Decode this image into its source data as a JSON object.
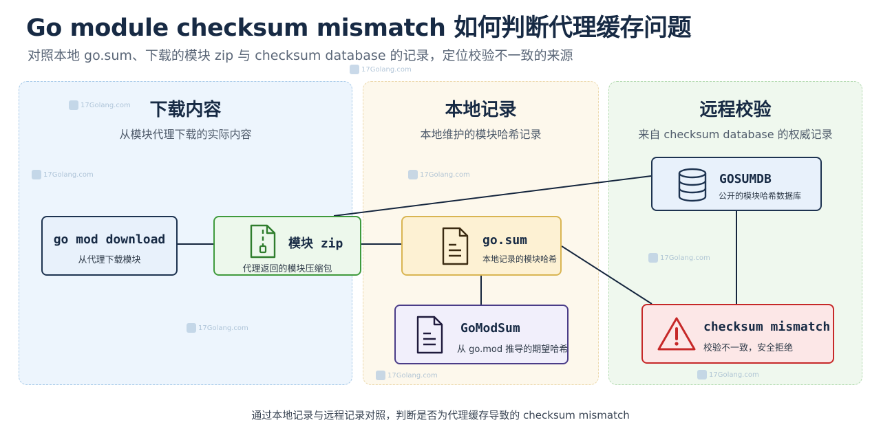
{
  "header": {
    "title": "Go module checksum mismatch 如何判断代理缓存问题",
    "subtitle": "对照本地 go.sum、下载的模块 zip 与 checksum database 的记录，定位校验不一致的来源"
  },
  "panels": {
    "download": {
      "title": "下载内容",
      "subtitle": "从模块代理下载的实际内容"
    },
    "local": {
      "title": "本地记录",
      "subtitle": "本地维护的模块哈希记录"
    },
    "remote": {
      "title": "远程校验",
      "subtitle": "来自 checksum database 的权威记录"
    }
  },
  "nodes": {
    "go_mod_download": {
      "label": "go mod download",
      "desc": "从代理下载模块"
    },
    "module_zip": {
      "label": "模块 zip",
      "desc": "代理返回的模块压缩包",
      "icon": "zip-file-icon"
    },
    "go_sum": {
      "label": "go.sum",
      "desc": "本地记录的模块哈希",
      "icon": "document-icon"
    },
    "gomodsum": {
      "label": "GoModSum",
      "desc": "从 go.mod 推导的期望哈希",
      "icon": "document-icon"
    },
    "gosumdb": {
      "label": "GOSUMDB",
      "desc": "公开的模块哈希数据库",
      "icon": "database-icon"
    },
    "checksum_mismatch": {
      "label": "checksum mismatch",
      "desc": "校验不一致，安全拒绝",
      "icon": "warning-icon"
    }
  },
  "watermark": {
    "text": "17Golang.com"
  },
  "footer": {
    "text": "通过本地记录与远程记录对照，判断是否为代理缓存导致的 checksum mismatch"
  },
  "colors": {
    "blue_node": "#e8f1fb",
    "green_node": "#edf8ec",
    "yellow_node": "#fdf1d3",
    "purple_node": "#f1effb",
    "red_node": "#fce7e7",
    "line": "#14253d",
    "warning": "#c62828"
  }
}
